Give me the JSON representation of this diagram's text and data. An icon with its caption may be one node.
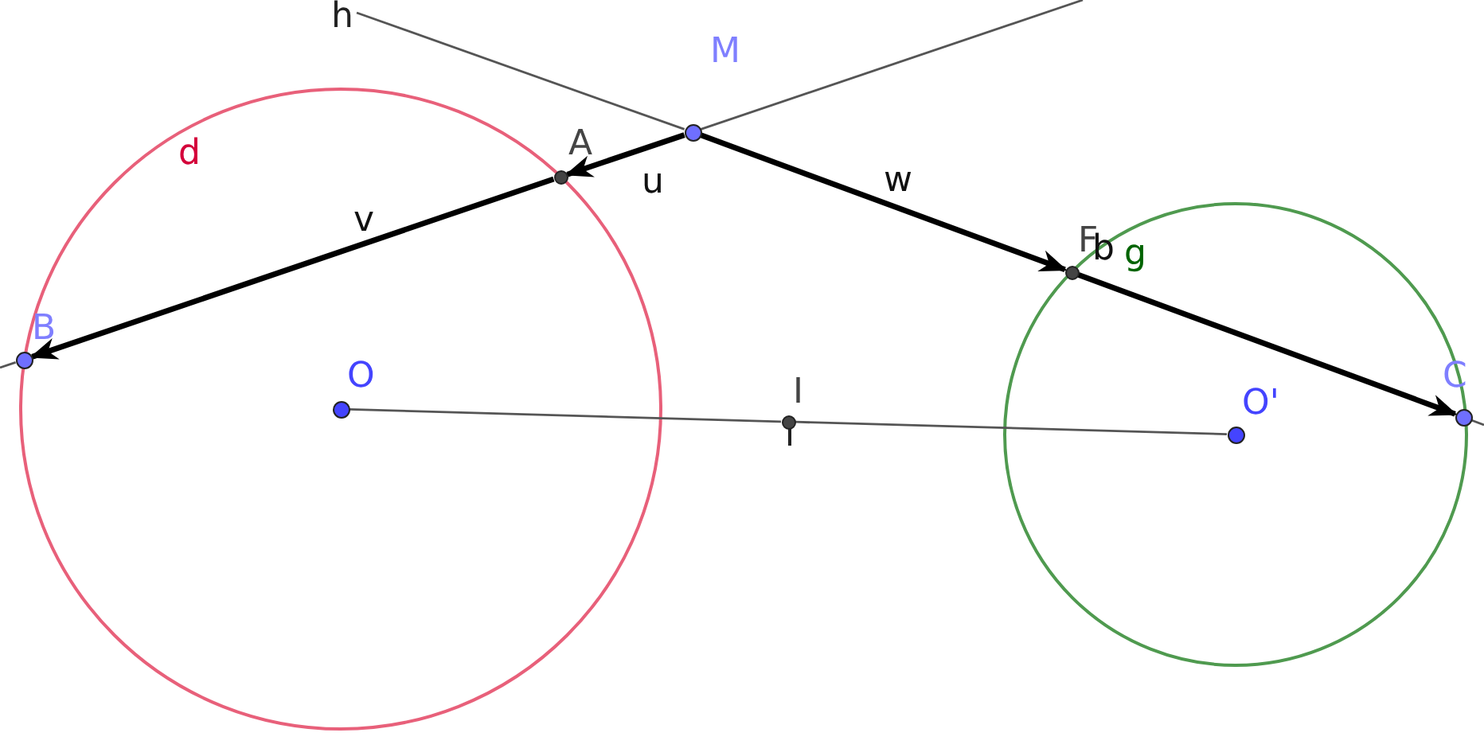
{
  "diagram": {
    "nodes": [
      {
        "text": [
          "M"
        ]
      },
      {
        "text": [
          "A"
        ]
      },
      {
        "text": [
          "B"
        ]
      },
      {
        "text": [
          "F"
        ]
      },
      {
        "text": [
          "C"
        ]
      },
      {
        "text": [
          "O"
        ]
      },
      {
        "text": [
          "O'"
        ]
      },
      {
        "text": [
          "I"
        ]
      },
      {
        "text": [
          "h"
        ]
      }
    ],
    "edges": [
      {
        "from": 0,
        "to": 1,
        "arrow": "to",
        "label": "u",
        "style": "thick",
        "color": "#000000"
      },
      {
        "from": 1,
        "to": 2,
        "arrow": "to",
        "label": "v",
        "style": "thick",
        "color": "#000000"
      },
      {
        "from": 0,
        "to": 3,
        "arrow": "to",
        "label": "w",
        "style": "thick",
        "color": "#000000"
      },
      {
        "from": 3,
        "to": 4,
        "arrow": "to",
        "label": "b",
        "style": "thick",
        "color": "#000000"
      },
      {
        "from": 5,
        "to": 7,
        "arrow": "none"
      },
      {
        "from": 7,
        "to": 6,
        "arrow": "none"
      },
      {
        "from": 8,
        "to": 0,
        "arrow": "none"
      },
      {
        "from": 0,
        "to": null,
        "arrow": "none"
      },
      {
        "from": 2,
        "to": null,
        "arrow": "none"
      },
      {
        "from": 4,
        "to": null,
        "arrow": "none"
      }
    ],
    "labels": [
      "d",
      "g"
    ]
  }
}
